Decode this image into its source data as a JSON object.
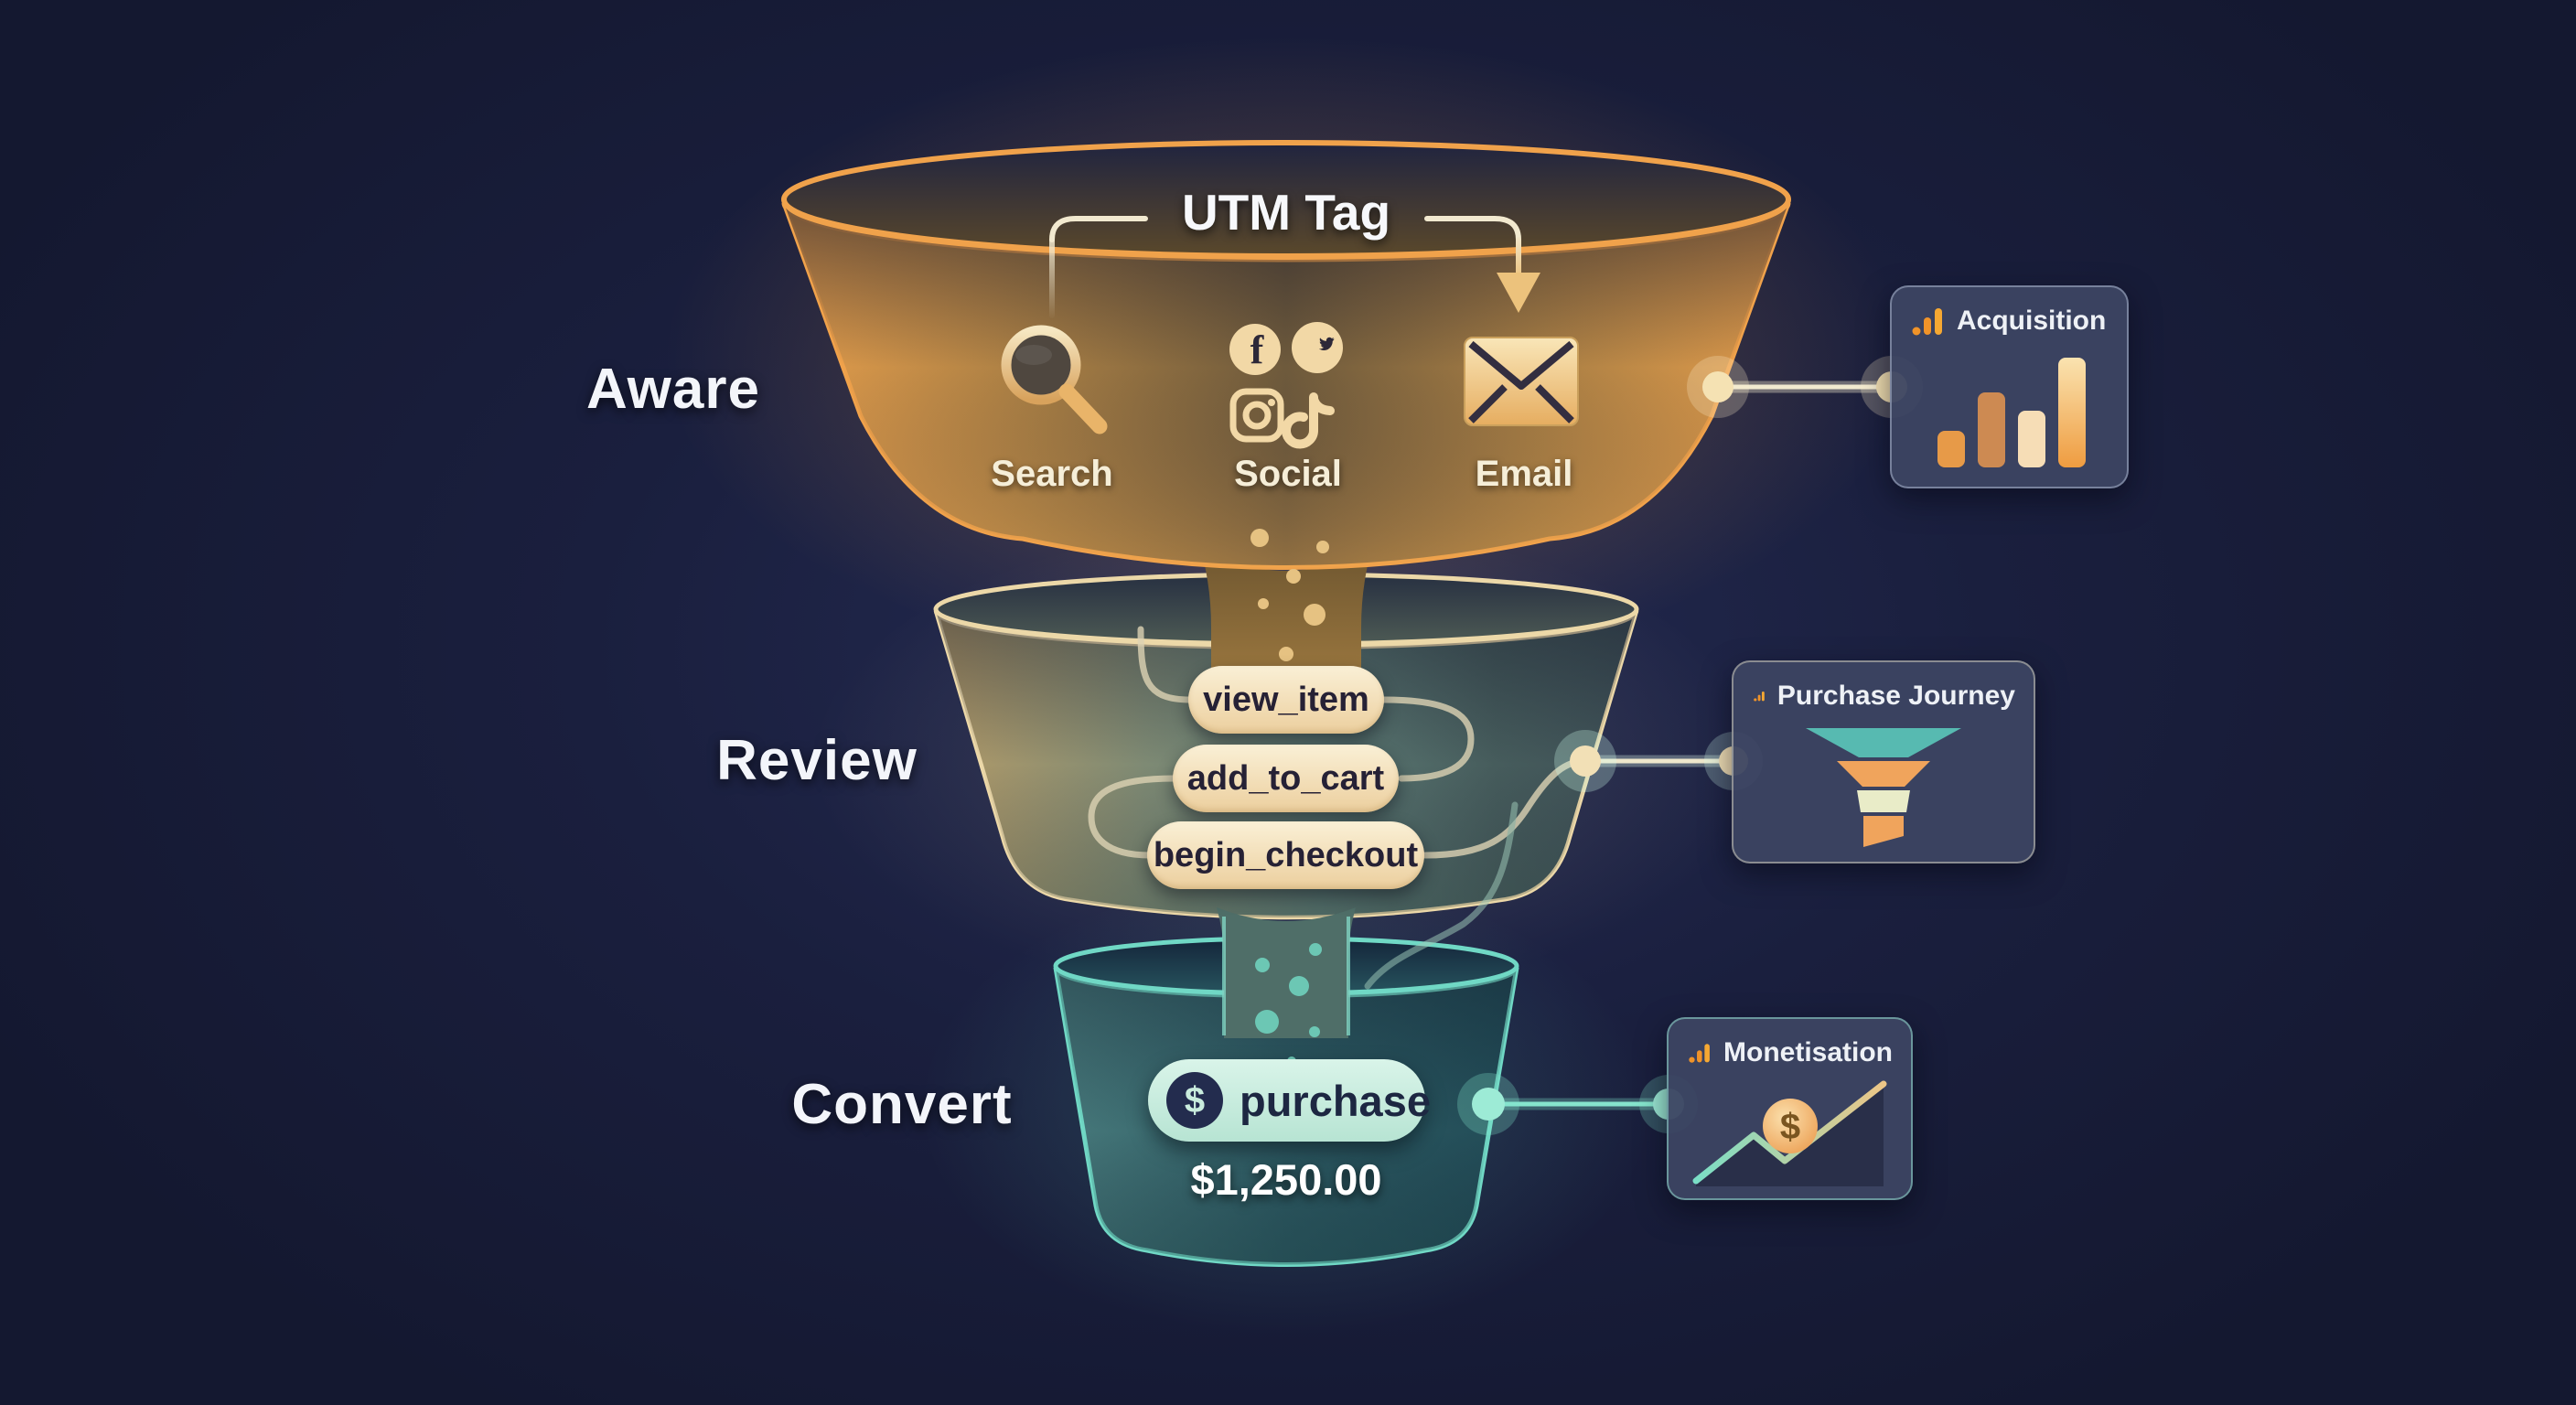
{
  "stages": [
    {
      "label": "Aware",
      "accent": "#f0a24b"
    },
    {
      "label": "Review",
      "accent": "#ecd8a8"
    },
    {
      "label": "Convert",
      "accent": "#70d8c5"
    }
  ],
  "utm": {
    "label": "UTM Tag"
  },
  "channels": [
    {
      "label": "Search",
      "icon": "search-icon"
    },
    {
      "label": "Social",
      "icons": [
        "facebook-icon",
        "twitter-icon",
        "instagram-icon",
        "tiktok-icon"
      ]
    },
    {
      "label": "Email",
      "icon": "email-icon"
    }
  ],
  "events": [
    {
      "label": "view_item"
    },
    {
      "label": "add_to_cart"
    },
    {
      "label": "begin_checkout"
    }
  ],
  "purchase": {
    "label": "purchase",
    "amount": "$1,250.00",
    "currency_symbol": "$"
  },
  "cards": [
    {
      "title": "Acquisition",
      "icon": "ga-logo-icon",
      "chart": "bar-chart-icon"
    },
    {
      "title": "Purchase Journey",
      "icon": "ga-logo-icon",
      "chart": "funnel-icon"
    },
    {
      "title": "Monetisation",
      "icon": "ga-logo-icon",
      "chart": "line-chart-icon"
    }
  ],
  "colors": {
    "background": "#1a1f3e",
    "funnel_orange": "#f0a24b",
    "funnel_cream": "#ecd8a8",
    "funnel_teal": "#70d8c5",
    "pill_cream": "#f5e3c2",
    "pill_mint": "#cdeee2",
    "card_bg": "#3c4462",
    "ga_orange": "#f09329"
  }
}
